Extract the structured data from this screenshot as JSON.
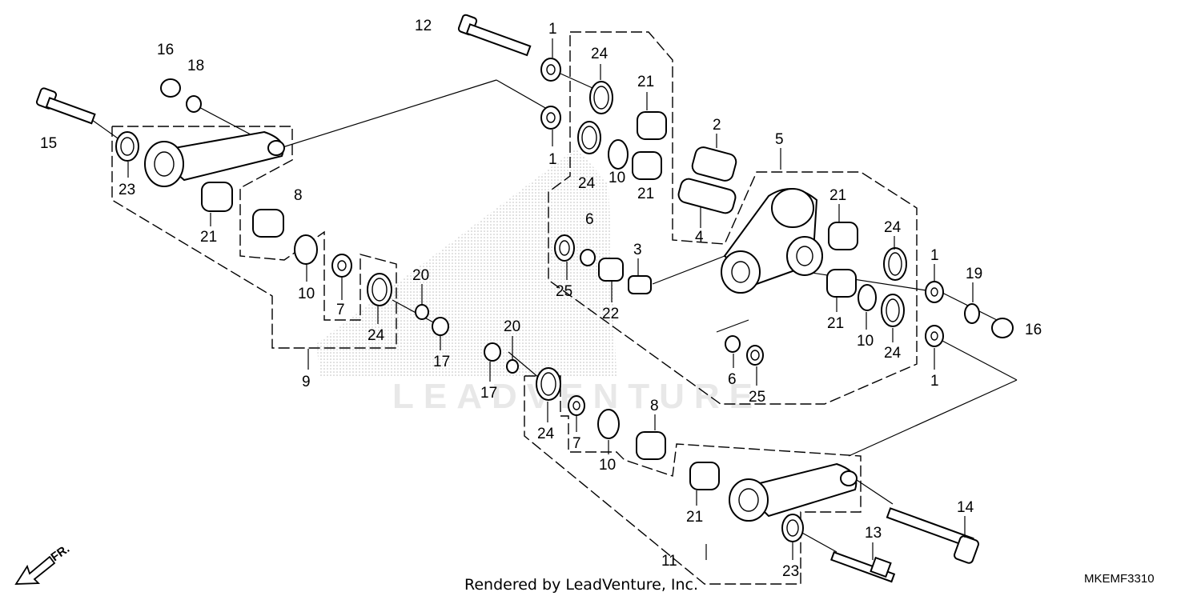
{
  "diagram": {
    "parts": [
      {
        "number": "1"
      },
      {
        "number": "2"
      },
      {
        "number": "3"
      },
      {
        "number": "4"
      },
      {
        "number": "5"
      },
      {
        "number": "6"
      },
      {
        "number": "7"
      },
      {
        "number": "8"
      },
      {
        "number": "9"
      },
      {
        "number": "10"
      },
      {
        "number": "11"
      },
      {
        "number": "12"
      },
      {
        "number": "13"
      },
      {
        "number": "14"
      },
      {
        "number": "15"
      },
      {
        "number": "16"
      },
      {
        "number": "17"
      },
      {
        "number": "18"
      },
      {
        "number": "19"
      },
      {
        "number": "20"
      },
      {
        "number": "21"
      },
      {
        "number": "22"
      },
      {
        "number": "23"
      },
      {
        "number": "24"
      },
      {
        "number": "25"
      }
    ],
    "credit": "Rendered by LeadVenture, Inc.",
    "diagram_code": "MKEMF3310",
    "direction_label": "FR.",
    "watermark": "LEADVENTURE"
  }
}
